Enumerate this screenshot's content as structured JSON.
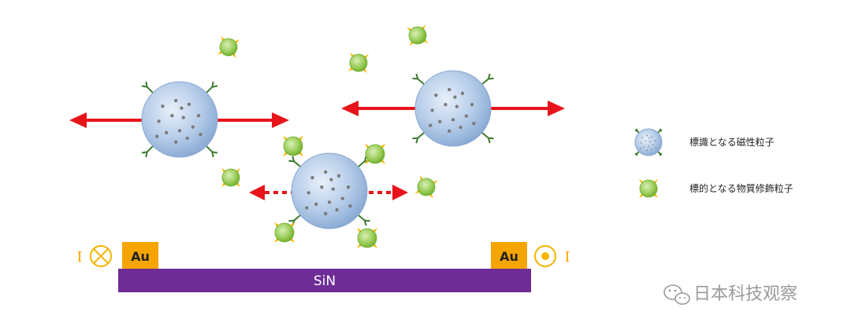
{
  "labels": {
    "substrate": "SiN",
    "electrode_left": "Au",
    "electrode_right": "Au",
    "current_left": "I",
    "current_right": "I"
  },
  "legend": {
    "magnetic_particle": "標識となる磁性粒子",
    "target_particle": "標的となる物質修飾粒子"
  },
  "watermark": "日本科技观察",
  "colors": {
    "arrow": "#e8141b",
    "substrate": "#6e2c96",
    "electrode": "#f5a400",
    "particle_blue": "#a9c3e3",
    "particle_green": "#8cc63f",
    "spike_yellow": "#f5b400",
    "antibody_green": "#3c7a2e"
  }
}
